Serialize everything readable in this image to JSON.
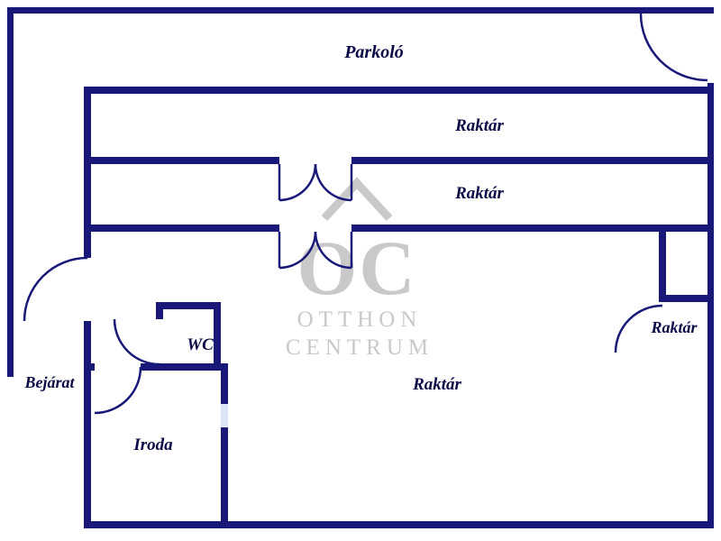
{
  "rooms": {
    "parking": "Parkoló",
    "storage_top": "Raktár",
    "storage_middle": "Raktár",
    "storage_main": "Raktár",
    "storage_small": "Raktár",
    "wc": "WC",
    "entrance": "Bejárat",
    "office": "Iroda"
  },
  "watermark": {
    "monogram": "OC",
    "name_line1": "OTTHON",
    "name_line2": "CENTRUM"
  },
  "colors": {
    "wall": "#181878",
    "label": "#0a0a46",
    "watermark": "#c9c9c9",
    "window_marker": "#d8e6f6"
  }
}
